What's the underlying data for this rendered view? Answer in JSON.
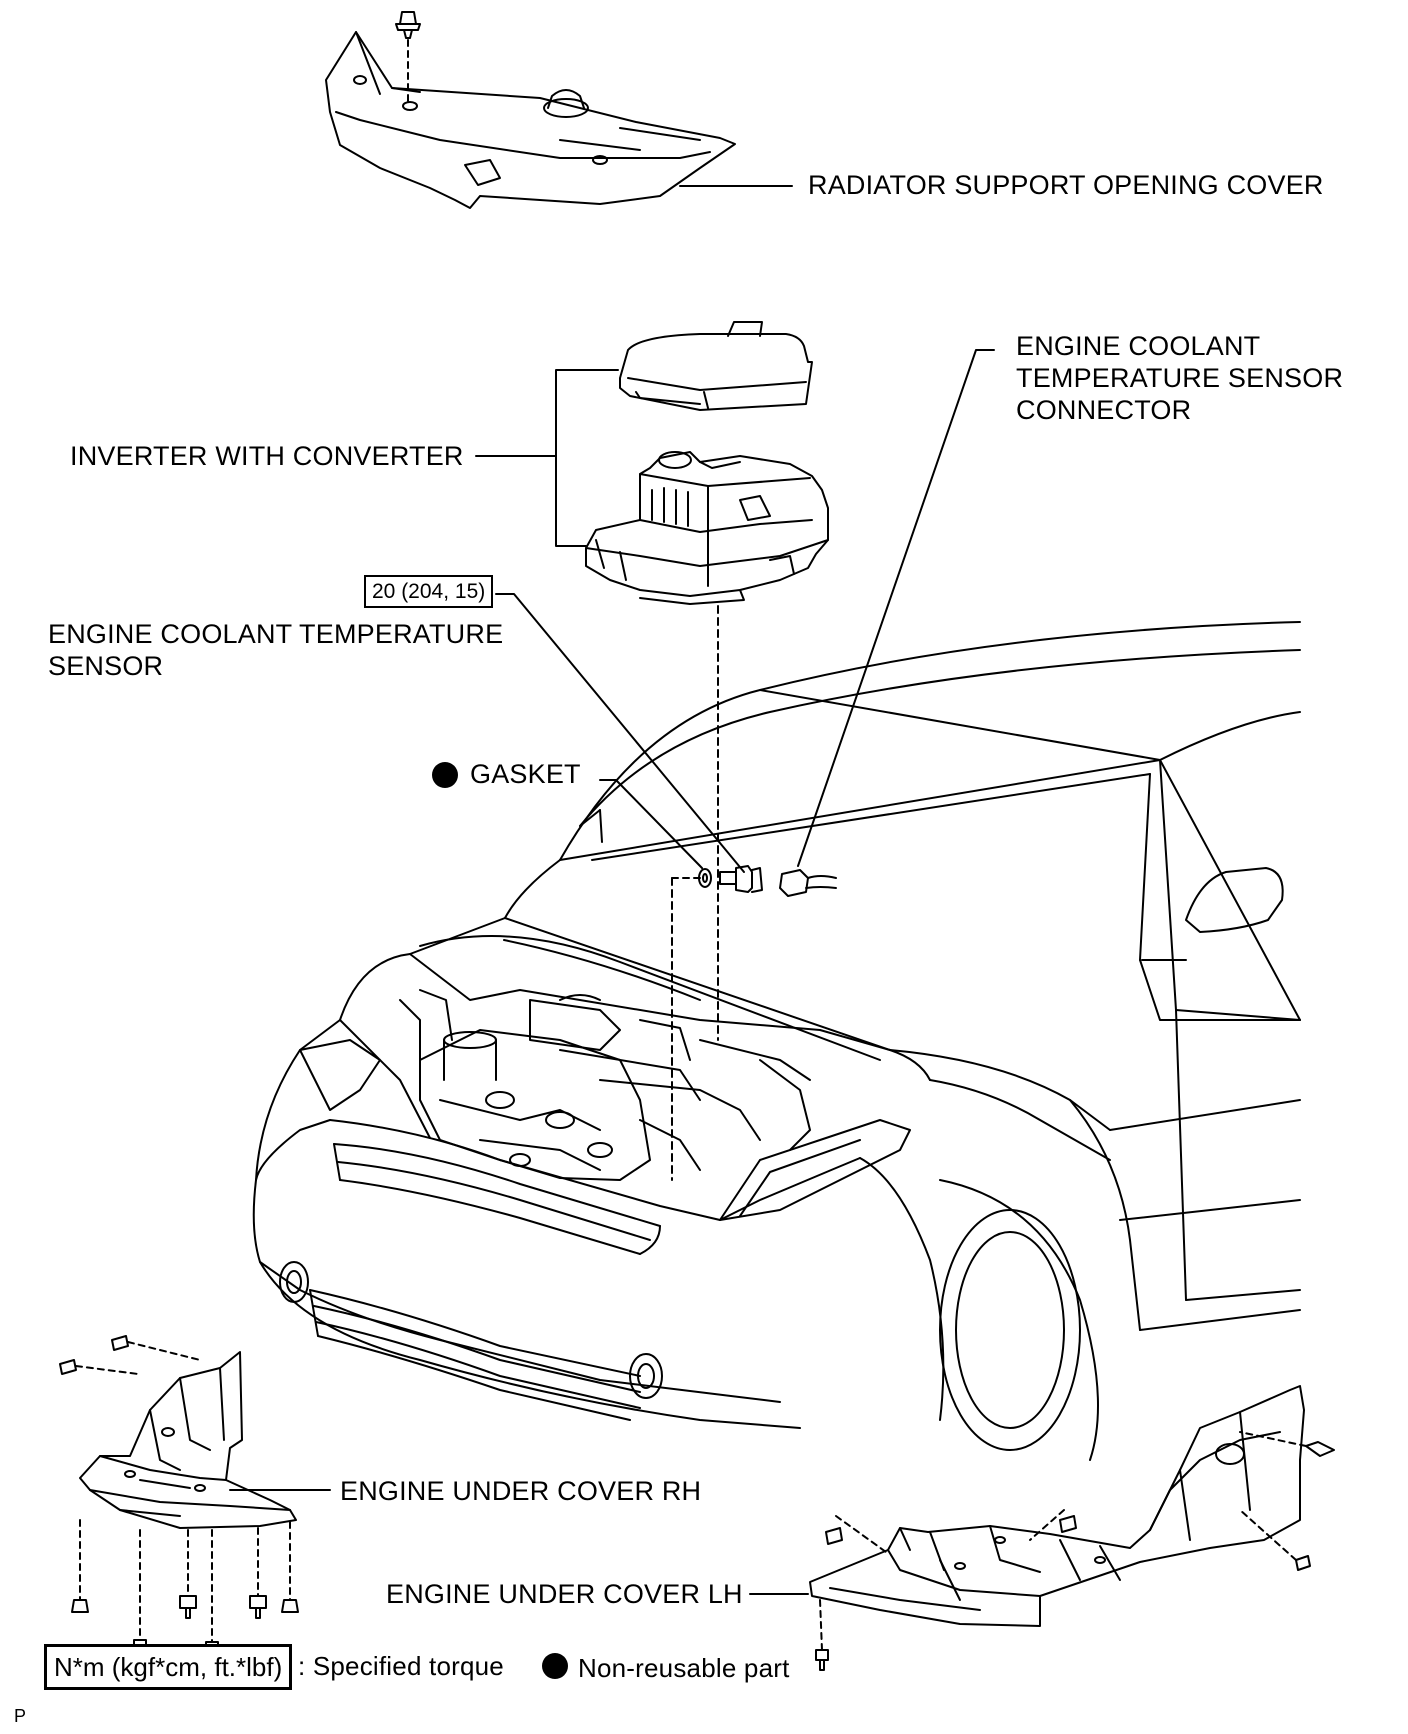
{
  "labels": {
    "radiator_cover": "RADIATOR SUPPORT OPENING COVER",
    "coolant_connector_1": "ENGINE COOLANT",
    "coolant_connector_2": "TEMPERATURE SENSOR",
    "coolant_connector_3": "CONNECTOR",
    "inverter": "INVERTER WITH CONVERTER",
    "coolant_sensor_1": "ENGINE COOLANT TEMPERATURE",
    "coolant_sensor_2": "SENSOR",
    "gasket": "GASKET",
    "under_cover_rh": "ENGINE UNDER COVER RH",
    "under_cover_lh": "ENGINE UNDER COVER LH"
  },
  "torque_spec": "20 (204, 15)",
  "legend": {
    "torque_box": "N*m (kgf*cm, ft.*lbf)",
    "torque_text": ": Specified torque",
    "nonreusable_text": "Non-reusable part"
  },
  "corner_mark": "P"
}
